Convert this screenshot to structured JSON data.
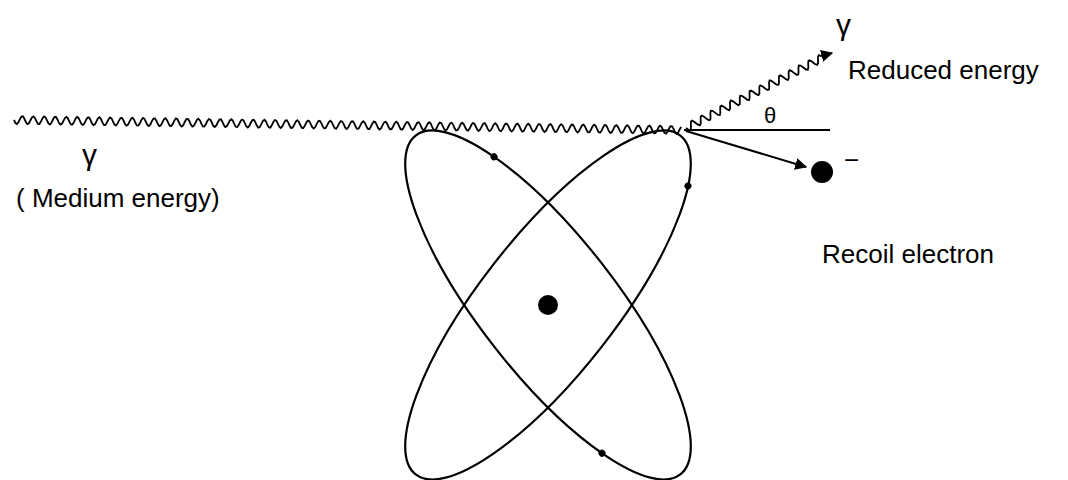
{
  "diagram": {
    "labels": [
      "γ",
      "( Medium energy)",
      "γ",
      "Reduced energy",
      "θ",
      "Recoil electron",
      "−"
    ]
  }
}
